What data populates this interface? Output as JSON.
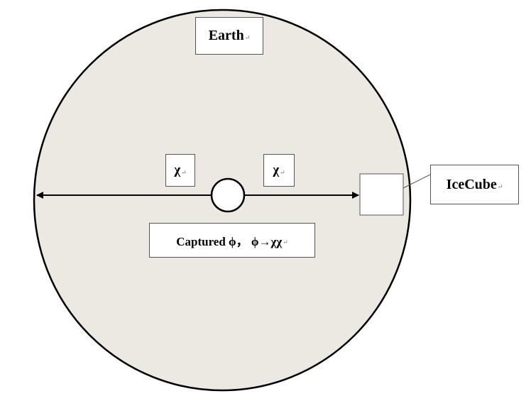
{
  "labels": {
    "earth": "Earth",
    "chi_left": "χ",
    "chi_right": "χ",
    "captured": "Captured ϕ， ϕ→χχ",
    "icecube": "IceCube",
    "return_mark": "↵"
  },
  "colors": {
    "earth_fill": "#ece9e2",
    "outline": "#000000",
    "box_fill": "#ffffff"
  }
}
